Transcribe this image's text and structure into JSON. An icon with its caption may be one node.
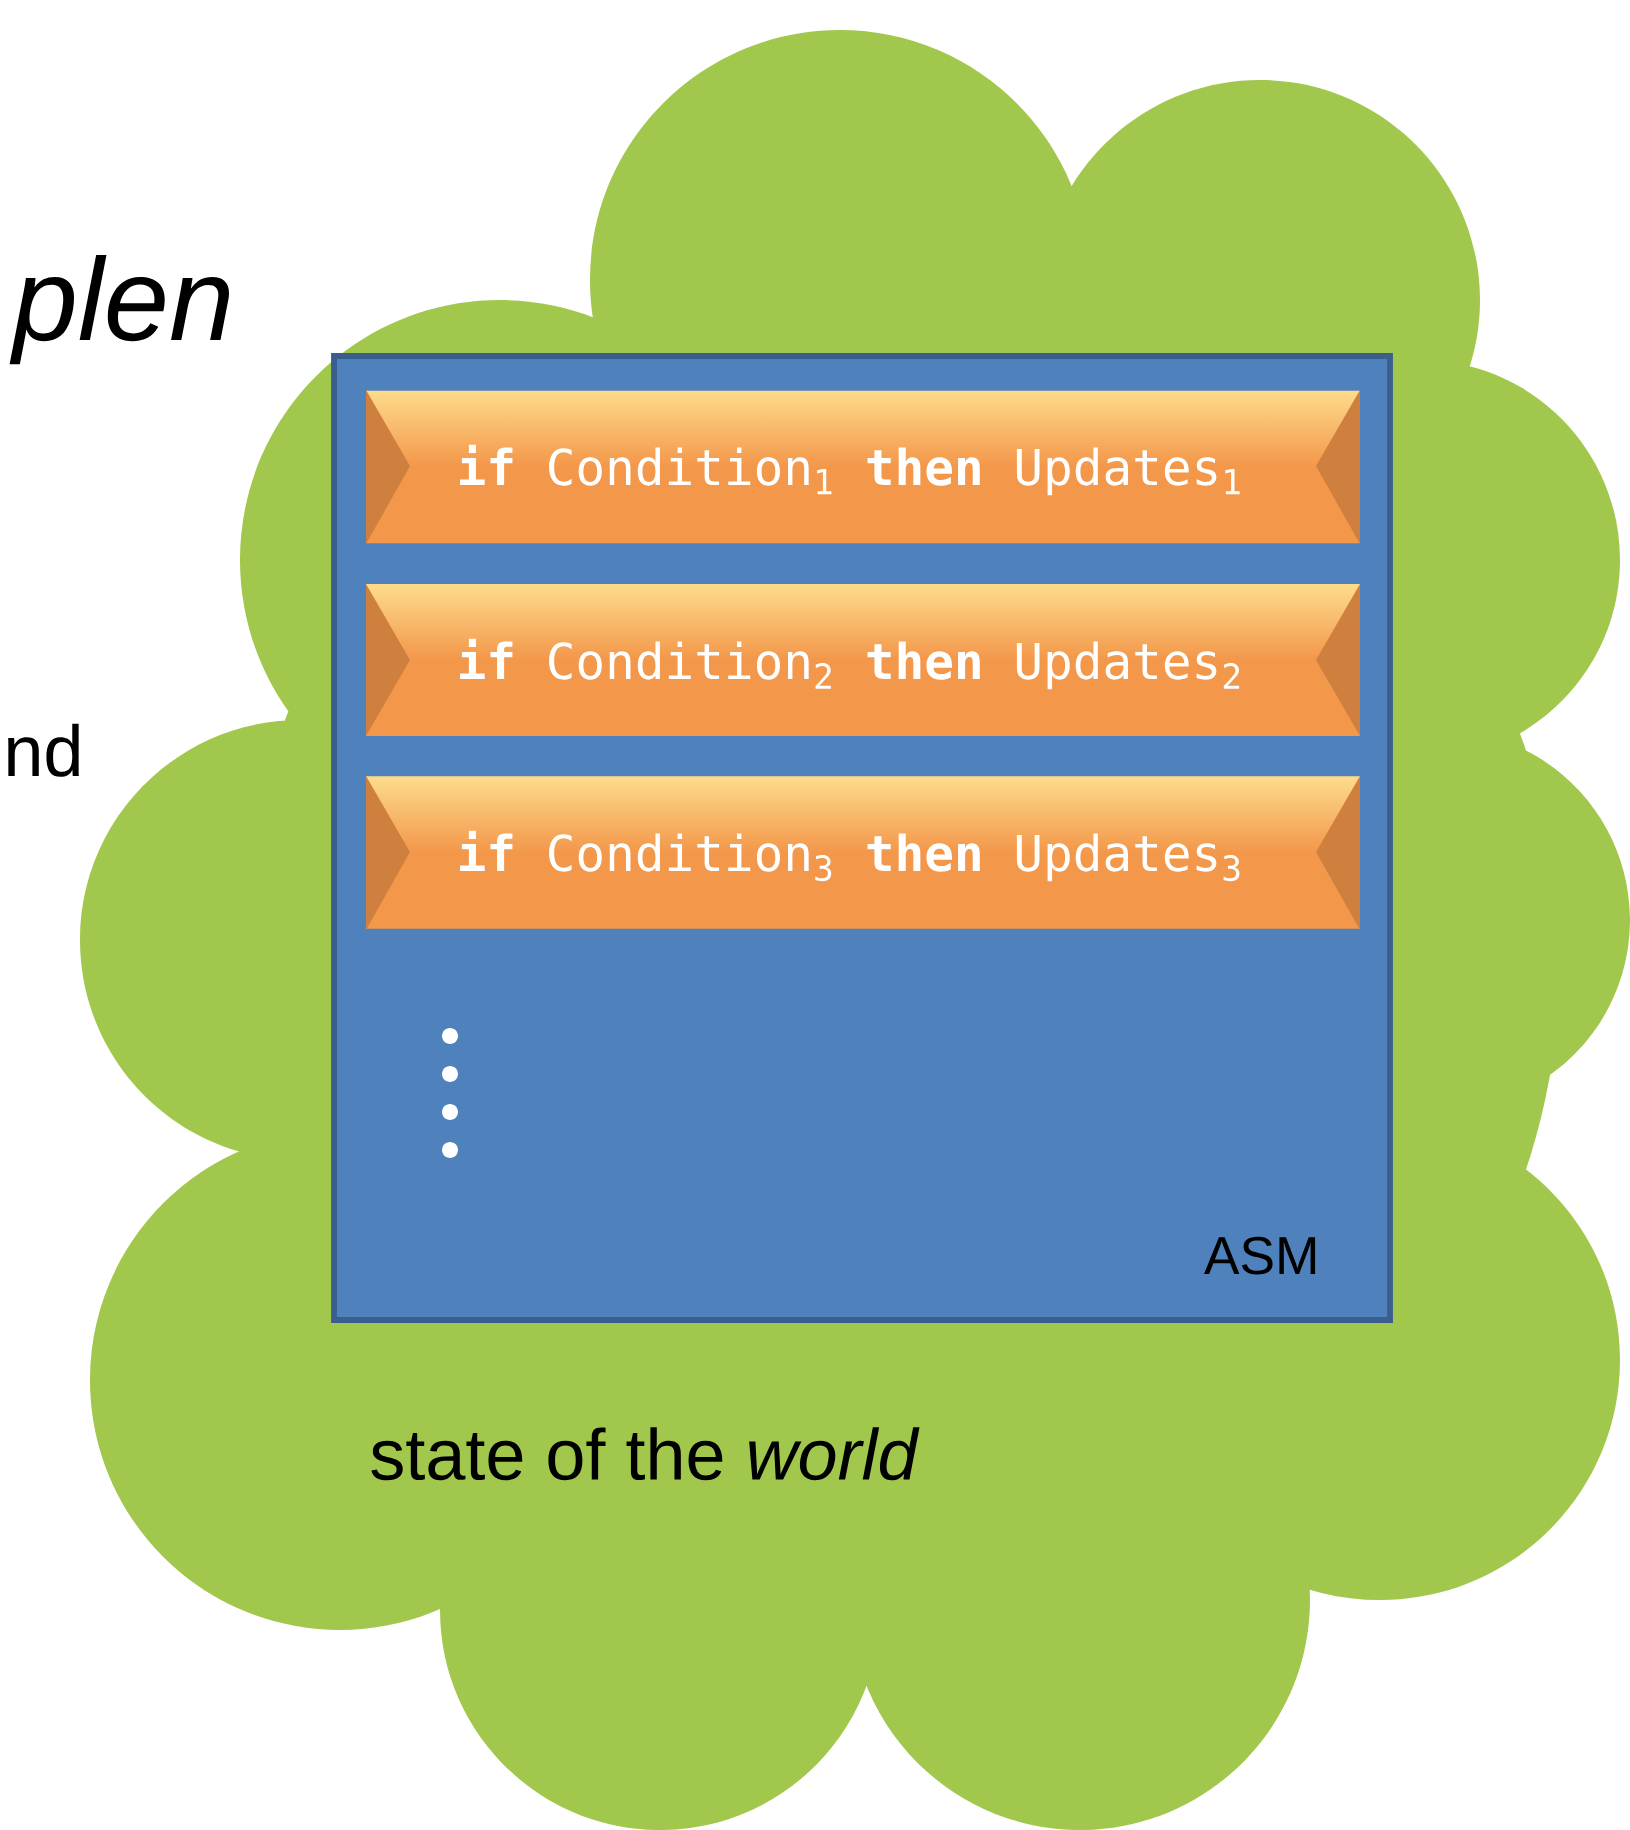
{
  "diagram": {
    "nodes": [
      {
        "text": [
          "state of the *world*"
        ]
      },
      {
        "text": [
          "ASM"
        ],
        "in": 0
      },
      {
        "text": [
          "**if** Condition$_{1}$ **then** Updates$_{1}$"
        ],
        "in": 1
      },
      {
        "text": [
          "**if** Condition$_{2}$ **then** Updates$_{2}$"
        ],
        "in": 1
      },
      {
        "text": [
          "**if** Condition$_{3}$ **then** Updates$_{3}$"
        ],
        "in": 1
      }
    ],
    "labels": [
      "plen",
      "nd"
    ]
  }
}
